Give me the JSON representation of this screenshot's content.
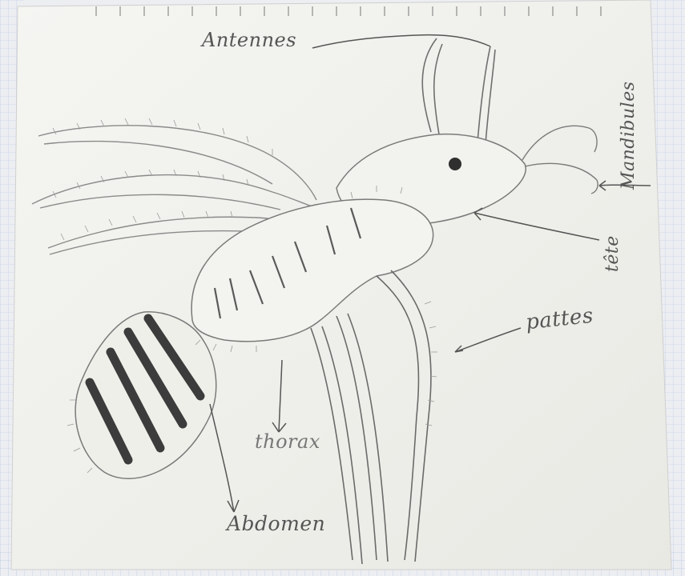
{
  "labels": {
    "antennes": "Antennes",
    "mandibules": "Mandibules",
    "tete": "tête",
    "pattes": "pattes",
    "thorax": "thorax",
    "abdomen": "Abdomen"
  },
  "colors": {
    "paper": "#f4f4f0",
    "grid_line": "#9fb4d8",
    "pencil": "#6a6a6a",
    "dark_pencil": "#3a3a3a"
  }
}
